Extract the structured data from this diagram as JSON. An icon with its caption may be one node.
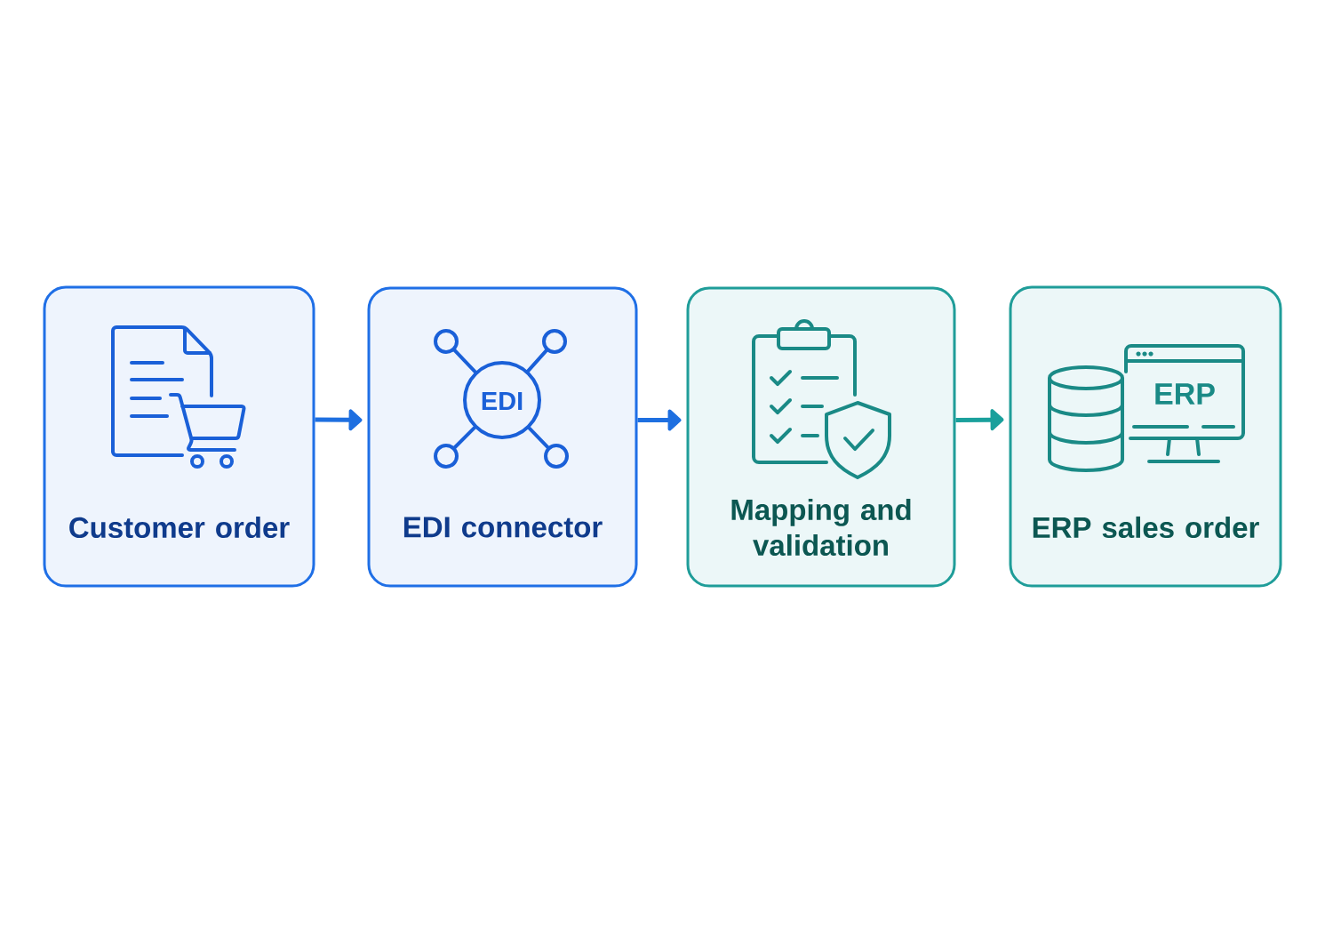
{
  "diagram": {
    "nodes": [
      {
        "text": [
          "Customer order"
        ]
      },
      {
        "text": [
          "EDI connector"
        ]
      },
      {
        "text": [
          "Mapping and validation"
        ]
      },
      {
        "text": [
          "ERP sales order"
        ]
      }
    ],
    "edges": [
      {
        "from": 0,
        "to": 1,
        "arrow": "to"
      },
      {
        "from": 1,
        "to": 2,
        "arrow": "to"
      },
      {
        "from": 2,
        "to": 3,
        "arrow": "to",
        "color": "#1aa09c"
      }
    ],
    "labels": [
      "EDI",
      "ERP"
    ]
  }
}
